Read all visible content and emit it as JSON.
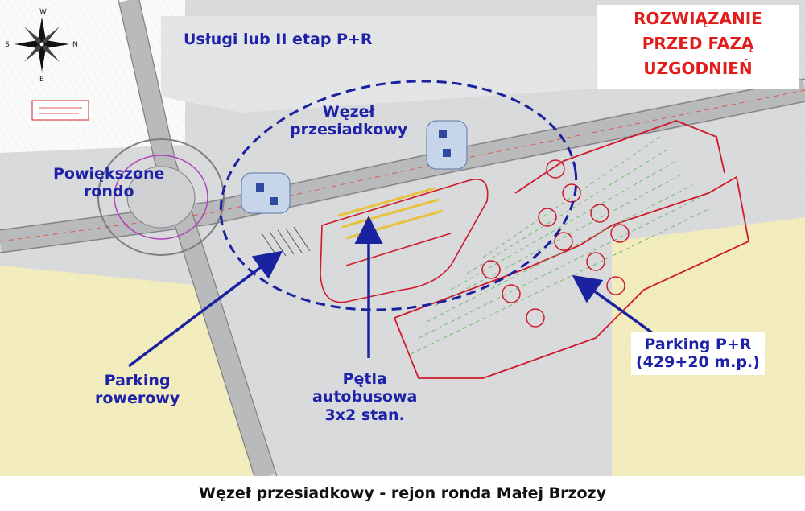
{
  "title_block": {
    "lines": [
      "ROZWIĄZANIE",
      "PRZED FAZĄ",
      "UZGODNIEŃ"
    ],
    "color": "#e21b1b"
  },
  "labels": {
    "uslugi": "Usługi lub II etap P+R",
    "wezel": [
      "Węzeł",
      "przesiadkowy"
    ],
    "rondo": [
      "Powiększone",
      "rondo"
    ],
    "parking_rowerowy": [
      "Parking",
      "rowerowy"
    ],
    "petla": [
      "Pętla",
      "autobusowa",
      "3x2 stan."
    ],
    "parking_pr": [
      "Parking P+R",
      "(429+20 m.p.)"
    ]
  },
  "compass": {
    "n": "N",
    "s": "S",
    "e": "E",
    "w": "W"
  },
  "caption": "Węzeł przesiadkowy - rejon ronda Małej Brzozy",
  "colors": {
    "label_blue": "#1d22a8",
    "arrow_blue": "#1a22a0",
    "parking_red": "#d0192c",
    "field_yellow": "#f3edbd",
    "road_gray": "#d9dadb"
  },
  "icons": [
    "compass-rose-icon",
    "arrow-icon"
  ]
}
